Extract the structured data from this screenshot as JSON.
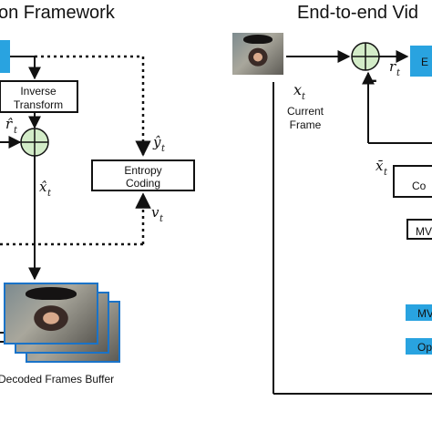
{
  "titles": {
    "left": "on Framework",
    "right": "End-to-end Vid"
  },
  "left_diagram": {
    "inverse_transform": [
      "Inverse",
      "Transform"
    ],
    "entropy_coding": [
      "Entropy",
      "Coding"
    ],
    "r_hat": "r̂",
    "x_hat": "x̂",
    "y_hat": "ŷ",
    "v": "v",
    "t_sub": "t",
    "buffer_label": "Decoded Frames Buffer"
  },
  "right_diagram": {
    "x": "x",
    "r": "r",
    "x_bar": "x̄",
    "t_sub": "t",
    "current_frame": [
      "Current",
      "Frame"
    ],
    "minus": "-",
    "box_en": "E",
    "box_co": "Co",
    "box_mv1": "MV",
    "box_mv2": "MV",
    "box_op": "Op"
  },
  "colors": {
    "blue_box": "#29a3e0",
    "sum_node": "#d3ecc8",
    "photo_border": "#1a73c8"
  }
}
